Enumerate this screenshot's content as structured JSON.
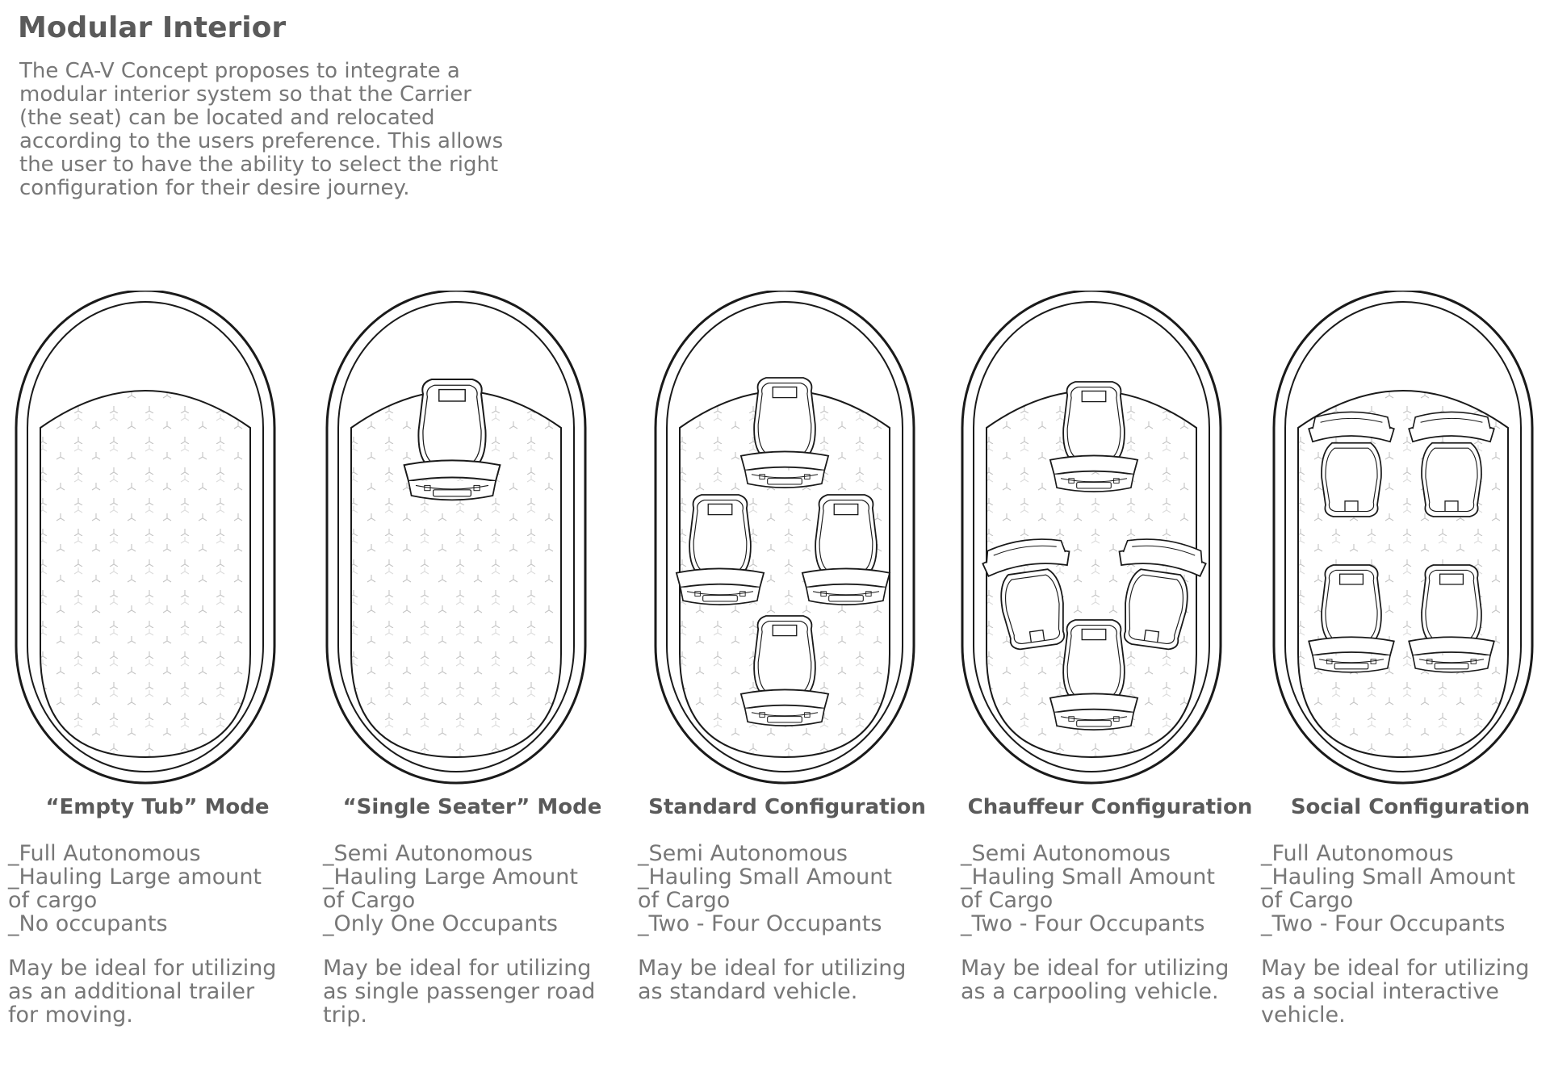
{
  "header": {
    "title": "Modular Interior",
    "intro": "The CA-V Concept proposes to integrate a\nmodular interior system so that the Carrier\n(the seat) can be located and relocated\naccording to the users preference. This allows\nthe user to have the ability to select the right\nconfiguration for their desire journey."
  },
  "colors": {
    "stroke": "#1a1a1a",
    "pattern": "#b8b8b8",
    "text": "#777777",
    "heading": "#5a5a5a"
  },
  "configs": [
    {
      "title": "“Empty Tub” Mode",
      "features": "_Full Autonomous\n_Hauling Large amount\nof cargo\n_No occupants",
      "description": "May be ideal for utilizing\nas an additional trailer\nfor moving."
    },
    {
      "title": "“Single Seater” Mode",
      "features": "_Semi Autonomous\n_Hauling Large Amount\nof Cargo\n_Only One Occupants",
      "description": "May be ideal for utilizing\nas single passenger road\ntrip."
    },
    {
      "title": "Standard Configuration",
      "features": "_Semi Autonomous\n_Hauling Small Amount\nof Cargo\n_Two - Four Occupants",
      "description": "May be ideal for utilizing\nas standard vehicle."
    },
    {
      "title": "Chauffeur Configuration",
      "features": "_Semi Autonomous\n_Hauling Small Amount\nof Cargo\n_Two - Four Occupants",
      "description": "May be ideal for utilizing\nas a carpooling vehicle."
    },
    {
      "title": "Social Configuration",
      "features": "_Full Autonomous\n_Hauling Small Amount\nof Cargo\n_Two - Four Occupants",
      "description": "May be ideal for utilizing\nas a social interactive\nvehicle."
    }
  ]
}
